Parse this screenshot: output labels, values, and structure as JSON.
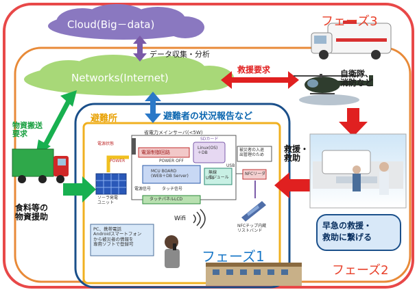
{
  "phases": {
    "phase3": "フェーズ3",
    "phase2": "フェーズ2",
    "phase1": "フェーズ1"
  },
  "cloud": "Cloud(Big－data)",
  "networks": "Networks(Internet)",
  "data_collection": "データ収集・分析",
  "rescue_request": "救援要求",
  "sdf": "自衛隊、\n消防など",
  "supply_request": "物資搬送\n要求",
  "food_aid": "食料等の\n物資援助",
  "shelter": "避難所",
  "status_report": "避難者の状況報告など",
  "rescue_transport": "救援・\n救助",
  "emergency": "早急の救援・\n救助に繋げる",
  "wifi": "Wifi",
  "shelter_detail": {
    "server_title": "省電力メインサーバ(<5W)",
    "power_ctrl_label": "電源状態",
    "power_circuit": "電源制御回路",
    "power": "POWER",
    "power_off": "POWER OFF",
    "sd_card": "SDカード",
    "linux": "Linux(OS)\n＋DB",
    "mcu": "MCU BOARD\n(WEB＋DB Server)",
    "sensor": "電源信号",
    "touch_signal": "タッチ信号",
    "wireless": "無線\nモジュール",
    "solar": "ソーラ発電\nユニット",
    "touch_lcd": "タッチパネルLCD",
    "usb1": "USB",
    "usb2": "USB",
    "nfc_reader": "NFCリーダ",
    "victim_entry": "被災者の入退\n出管理のため",
    "nfc_band": "NFCチップ内蔵\nリストバンド",
    "pc_note": "PC、携帯電話\nAndroidスマートフォン\nから被災者の情報を\n専用ソフトで登録可"
  },
  "colors": {
    "phase3_border": "#e84848",
    "phase2_border": "#e88a38",
    "phase1_border": "#1a4f8a",
    "shelter_border": "#f0b020",
    "cloud_fill": "#8a78c0",
    "network_fill": "#a8d878",
    "red_arrow": "#e02020",
    "green_arrow": "#18b050",
    "blue_arrow": "#2a78c8"
  }
}
